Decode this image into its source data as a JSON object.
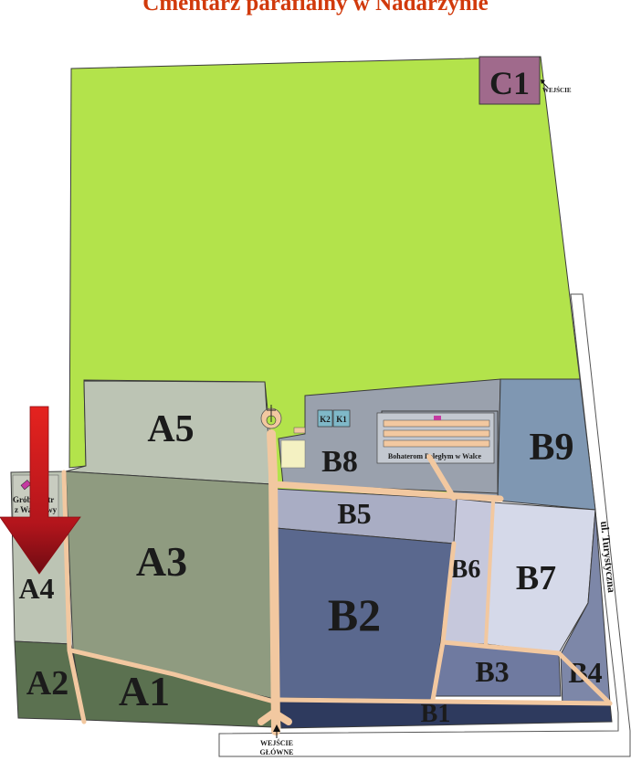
{
  "title": "Cmentarz parafialny w Nadarzynie",
  "sections": {
    "C1": "C1",
    "A5": "A5",
    "A4": "A4",
    "A3": "A3",
    "A2": "A2",
    "A1": "A1",
    "B1": "B1",
    "B2": "B2",
    "B3": "B3",
    "B4": "B4",
    "B5": "B5",
    "B6": "B6",
    "B7": "B7",
    "B8": "B8",
    "B9": "B9",
    "K1": "K1",
    "K2": "K2"
  },
  "labels": {
    "entrance_c1": "WEJŚCIE",
    "main_entrance_line1": "WEJŚCIE",
    "main_entrance_line2": "GŁÓWNE",
    "street": "ul. Turystyczna",
    "memorial": "Bohaterom Poległym w Walce",
    "grave_line1": "Grób Sióstr",
    "grave_line2": "z Warszawy"
  },
  "colors": {
    "green_area": "#b3e34b",
    "c1": "#a06a8c",
    "a_light": "#bcc4b4",
    "a3": "#8f9b80",
    "a_dark": "#5b7150",
    "b2": "#5a688e",
    "b5": "#a9adc4",
    "b7": "#d5d9e9",
    "b9": "#7f97b2",
    "b8": "#9aa1ad",
    "path": "#f2c8a0",
    "marker_arrow": "#c41a1a",
    "title": "#d13a0c"
  },
  "markers": {
    "arrow": "red-down-arrow"
  }
}
